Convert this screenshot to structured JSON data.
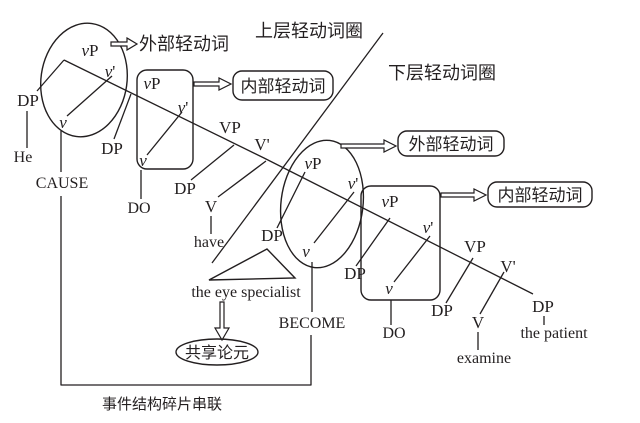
{
  "diagram": {
    "titles": {
      "upper_layer": "上层轻动词圈",
      "lower_layer": "下层轻动词圈"
    },
    "callouts": {
      "external_upper": "外部轻动词",
      "internal_upper": "内部轻动词",
      "external_lower": "外部轻动词",
      "internal_lower": "内部轻动词"
    },
    "nodes": {
      "vP": {
        "i": "v",
        "r": "P"
      },
      "vbar": {
        "i": "v",
        "r": "'"
      },
      "v": {
        "i": "v",
        "r": ""
      },
      "DP": "DP",
      "VP": "VP",
      "Vbar": "V'",
      "V": "V",
      "DO": "DO"
    },
    "terminals": {
      "he": "He",
      "cause": "CAUSE",
      "do_upper": "DO",
      "have": "have",
      "eye_specialist": "the eye specialist",
      "become": "BECOME",
      "do_lower": "DO",
      "examine": "examine",
      "patient": "the patient"
    },
    "shared_argument": "共享论元",
    "bottom_caption": "事件结构碎片串联",
    "colors": {
      "line": "#231f20",
      "background": "#ffffff"
    }
  }
}
